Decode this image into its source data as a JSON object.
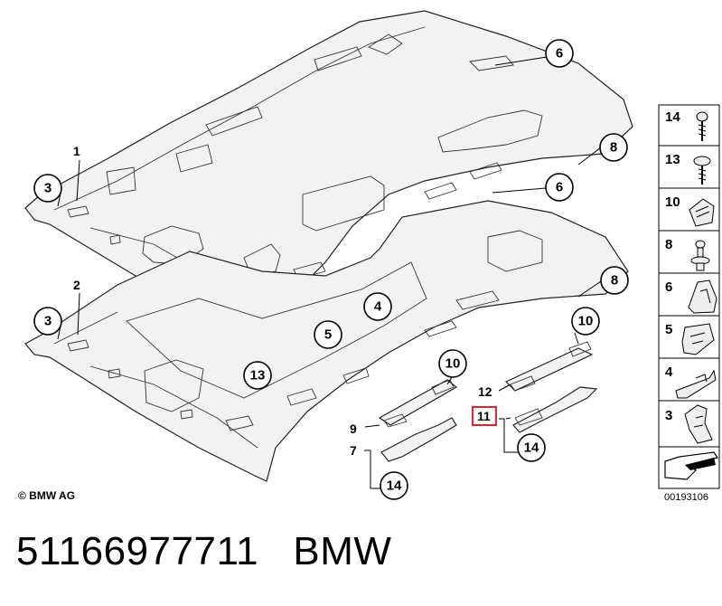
{
  "copyright": "© BMW AG",
  "drawing_number": "00193106",
  "caption": {
    "part_number": "51166977711",
    "brand": "BMW"
  },
  "callouts": {
    "c1": "1",
    "c2": "2",
    "c3a": "3",
    "c3b": "3",
    "c4": "4",
    "c5": "5",
    "c6a": "6",
    "c6b": "6",
    "c7": "7",
    "c8a": "8",
    "c8b": "8",
    "c9": "9",
    "c10a": "10",
    "c10b": "10",
    "c11": "11",
    "c12": "12",
    "c13": "13",
    "c14a": "14",
    "c14b": "14"
  },
  "highlight_color": "#e0262b",
  "legend": [
    "14",
    "13",
    "10",
    "8",
    "6",
    "5",
    "4",
    "3"
  ]
}
